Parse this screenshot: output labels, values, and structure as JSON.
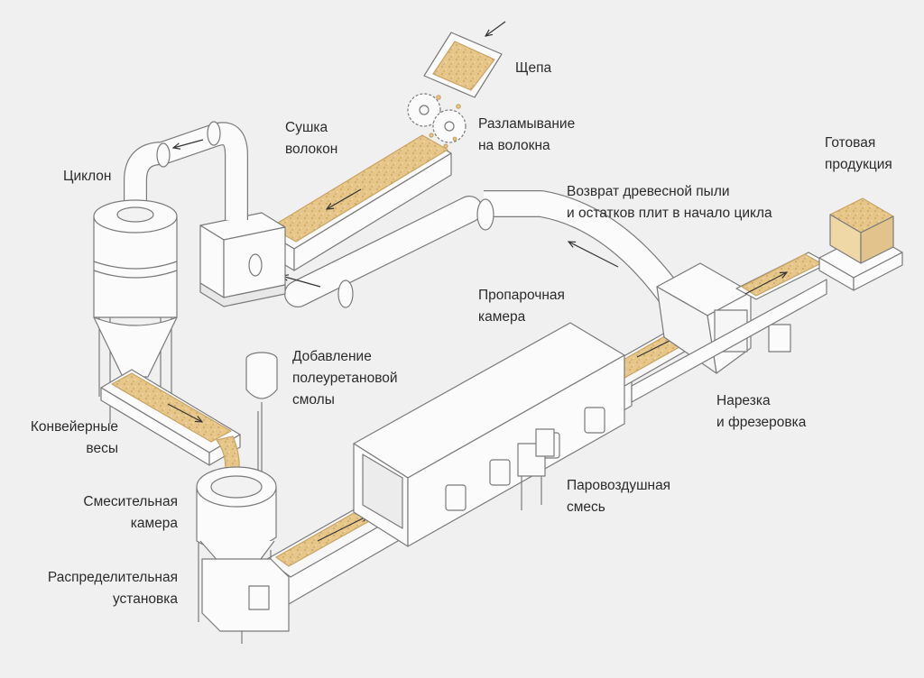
{
  "labels": {
    "chips": [
      "Щепа"
    ],
    "breaking": [
      "Разламывание",
      "на волокна"
    ],
    "drying": [
      "Сушка",
      "волокон"
    ],
    "cyclone": [
      "Циклон"
    ],
    "conveyor_scales": [
      "Конвейерные",
      "весы"
    ],
    "resin": [
      "Добавление",
      "полеуретановой",
      "смолы"
    ],
    "mixing": [
      "Смесительная",
      "камера"
    ],
    "distribution": [
      "Распределительная",
      "установка"
    ],
    "steam_chamber": [
      "Пропарочная",
      "камера"
    ],
    "steam_air": [
      "Паровоздушная",
      "смесь"
    ],
    "return": [
      "Возврат древесной пыли",
      "и остатков плит в начало цикла"
    ],
    "cutting": [
      "Нарезка",
      "и фрезеровка"
    ],
    "product": [
      "Готовая",
      "продукция"
    ]
  },
  "colors": {
    "background": "#f0f0f0",
    "machine_fill": "#fbfbfb",
    "outline": "#7a7a7a",
    "material": "#e4c48a",
    "text": "#2b2b2b"
  }
}
